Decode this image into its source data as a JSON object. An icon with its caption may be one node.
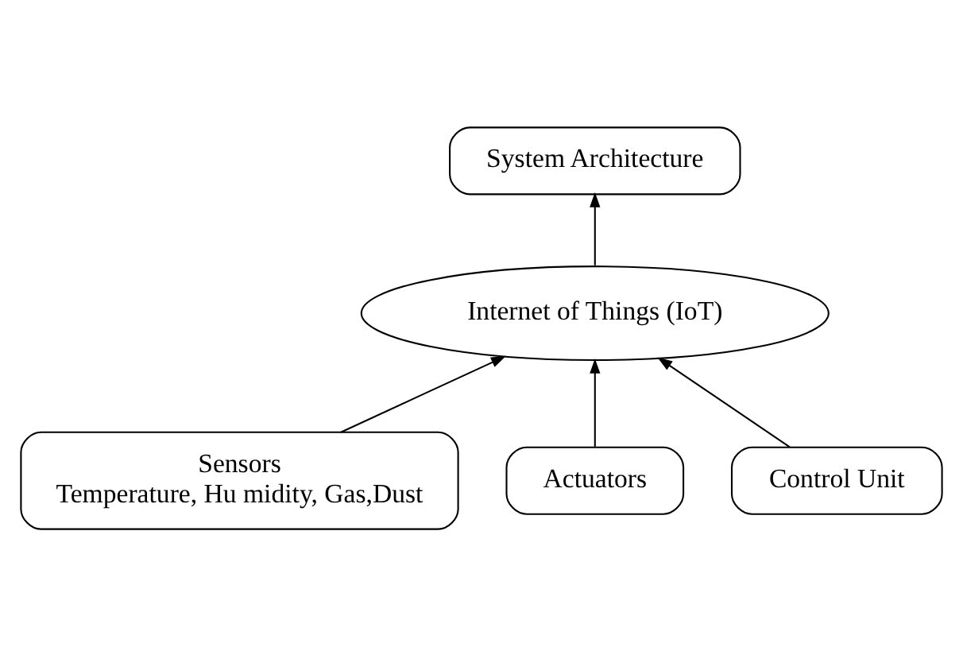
{
  "diagram": {
    "nodes": [
      {
        "text": [
          "System Architecture"
        ]
      },
      {
        "text": [
          "Internet of Things (IoT)"
        ]
      },
      {
        "text": [
          "Sensors",
          "Temperature, Hu midity, Gas,Dust"
        ]
      },
      {
        "text": [
          "Actuators"
        ]
      },
      {
        "text": [
          "Control Unit"
        ]
      }
    ],
    "edges": [
      {
        "from": 1,
        "to": 0,
        "arrow": "to"
      },
      {
        "from": 2,
        "to": 1,
        "arrow": "to"
      },
      {
        "from": 3,
        "to": 1,
        "arrow": "to"
      },
      {
        "from": 4,
        "to": 1,
        "arrow": "to"
      }
    ]
  }
}
